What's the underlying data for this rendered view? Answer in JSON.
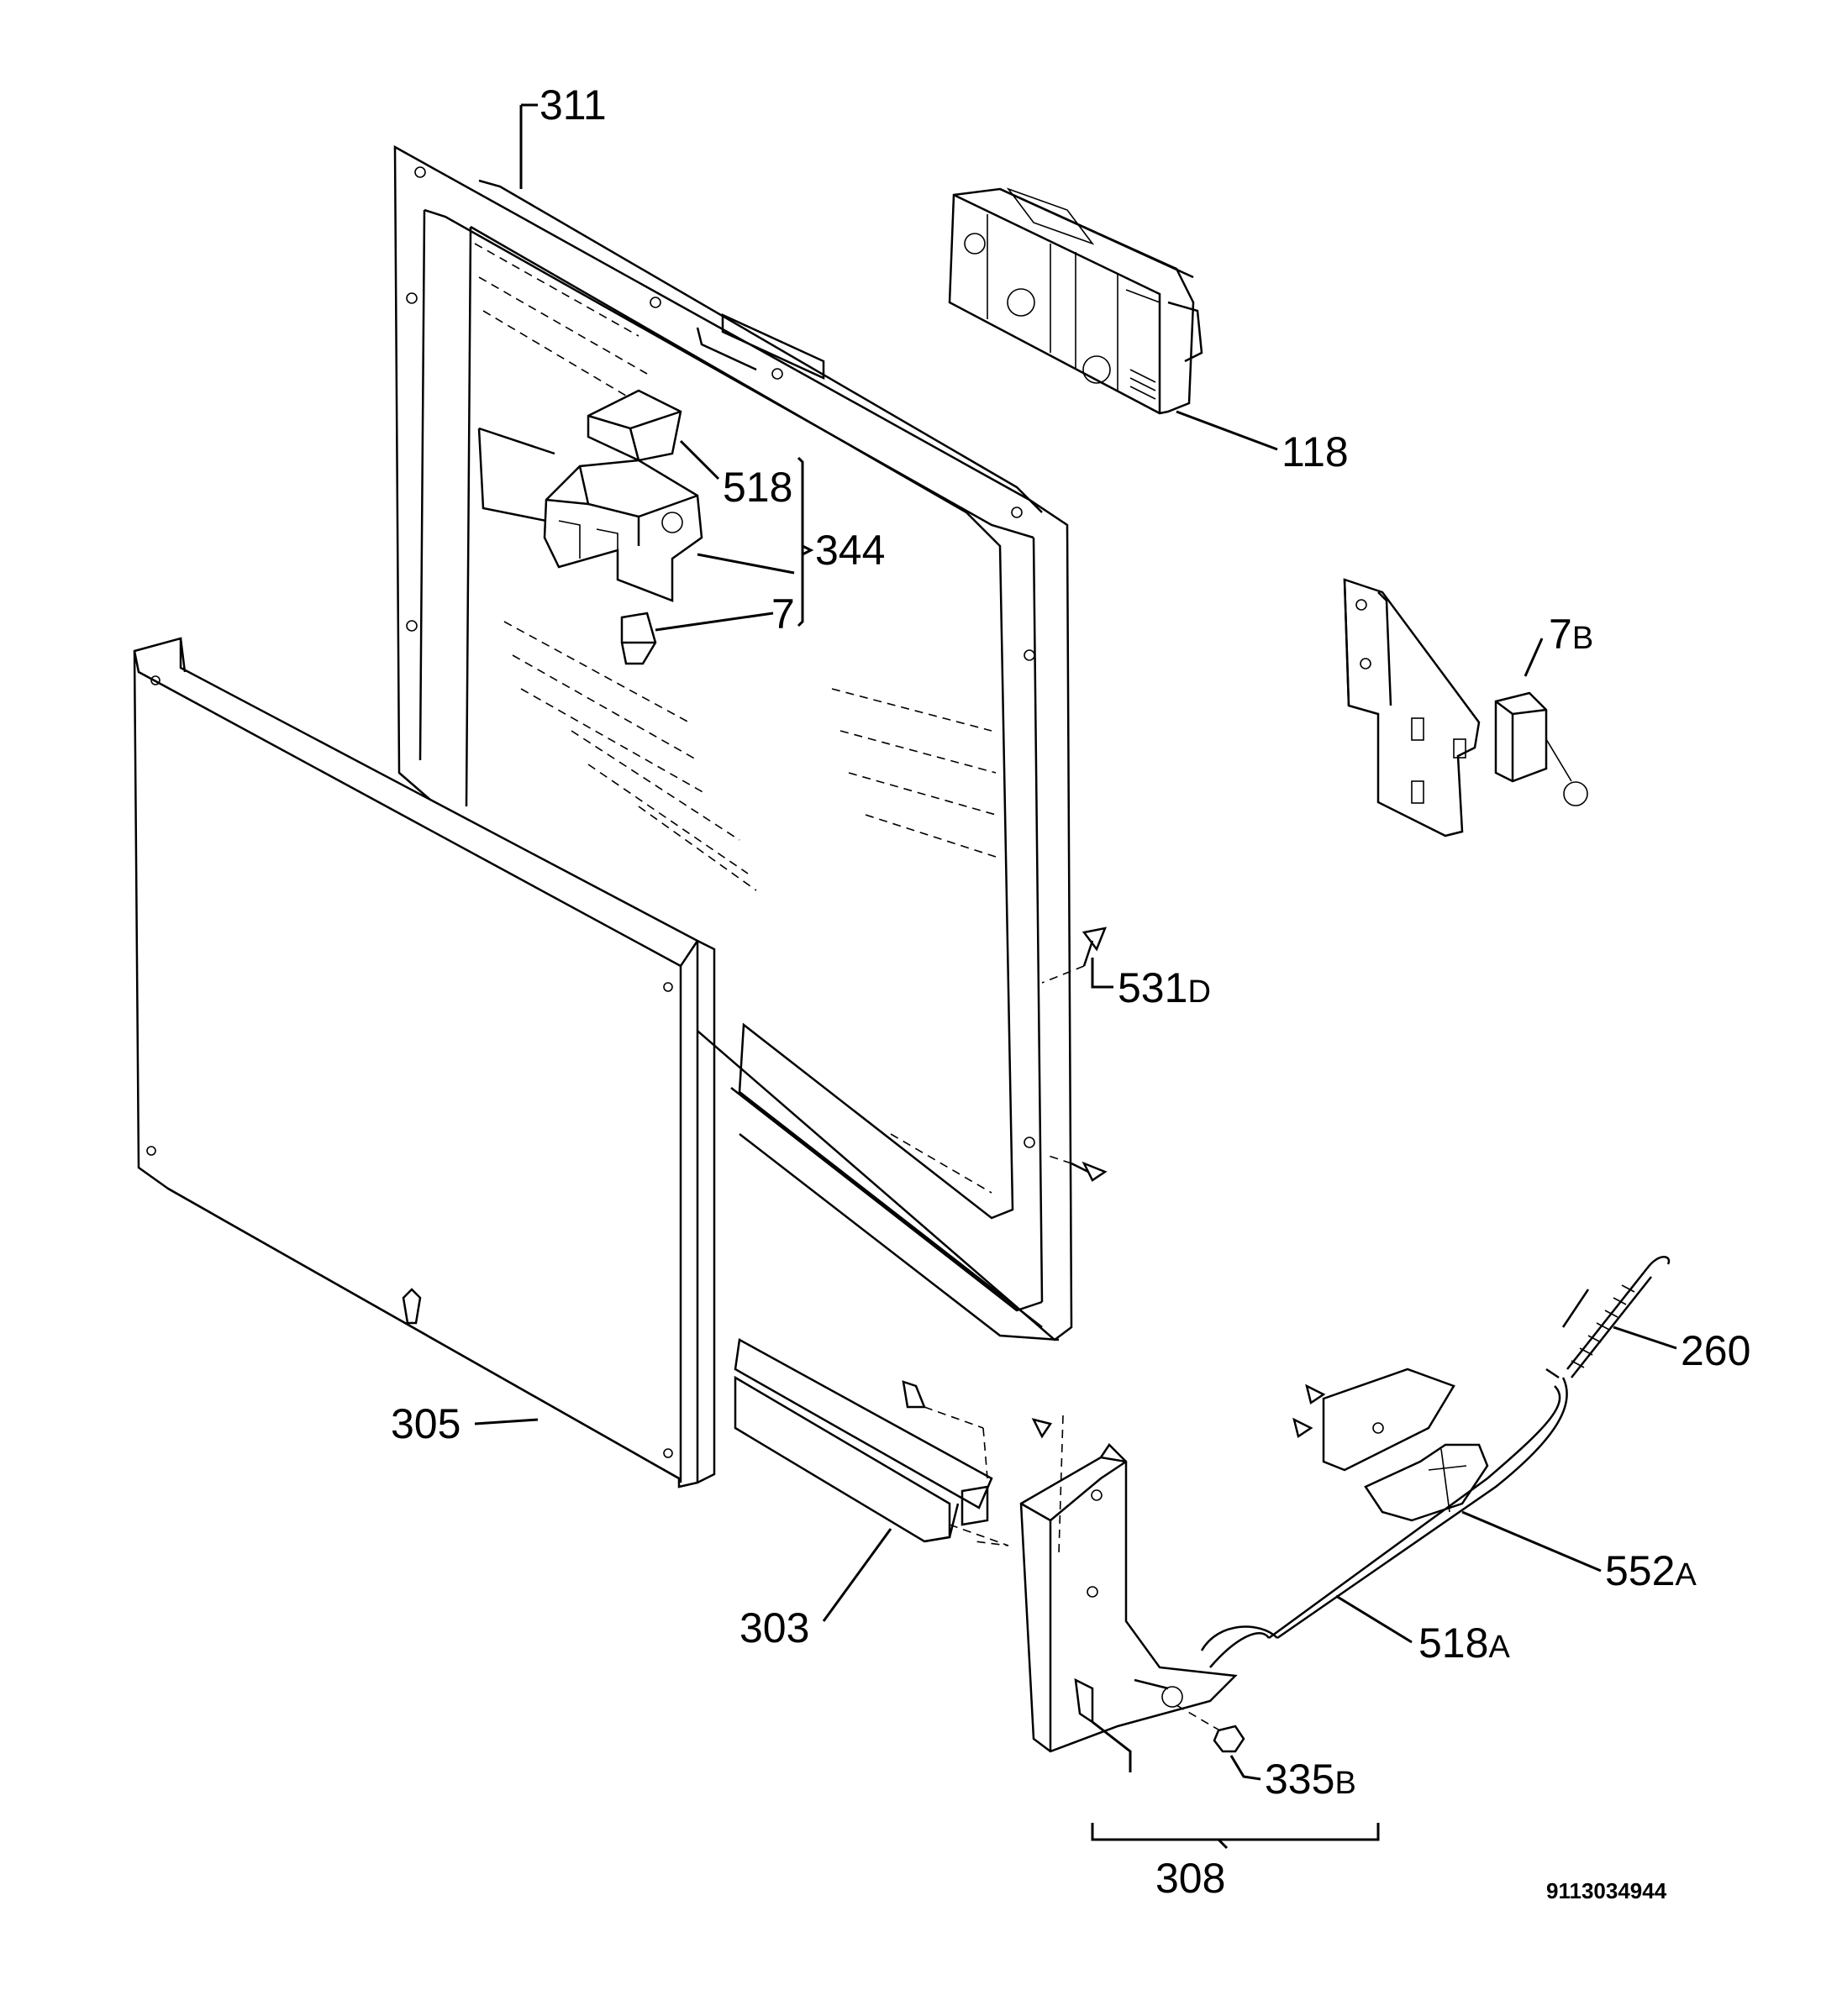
{
  "diagram": {
    "labels": {
      "l311": "311",
      "l118": "118",
      "l518": "518",
      "l344": "344",
      "l7": "7",
      "l7b_num": "7",
      "l7b_suf": "B",
      "l531d_num": "531",
      "l531d_suf": "D",
      "l260": "260",
      "l305": "305",
      "l552a_num": "552",
      "l552a_suf": "A",
      "l303": "303",
      "l518a_num": "518",
      "l518a_suf": "A",
      "l335b_num": "335",
      "l335b_suf": "B",
      "l308": "308"
    },
    "document_number": "9113034944"
  }
}
